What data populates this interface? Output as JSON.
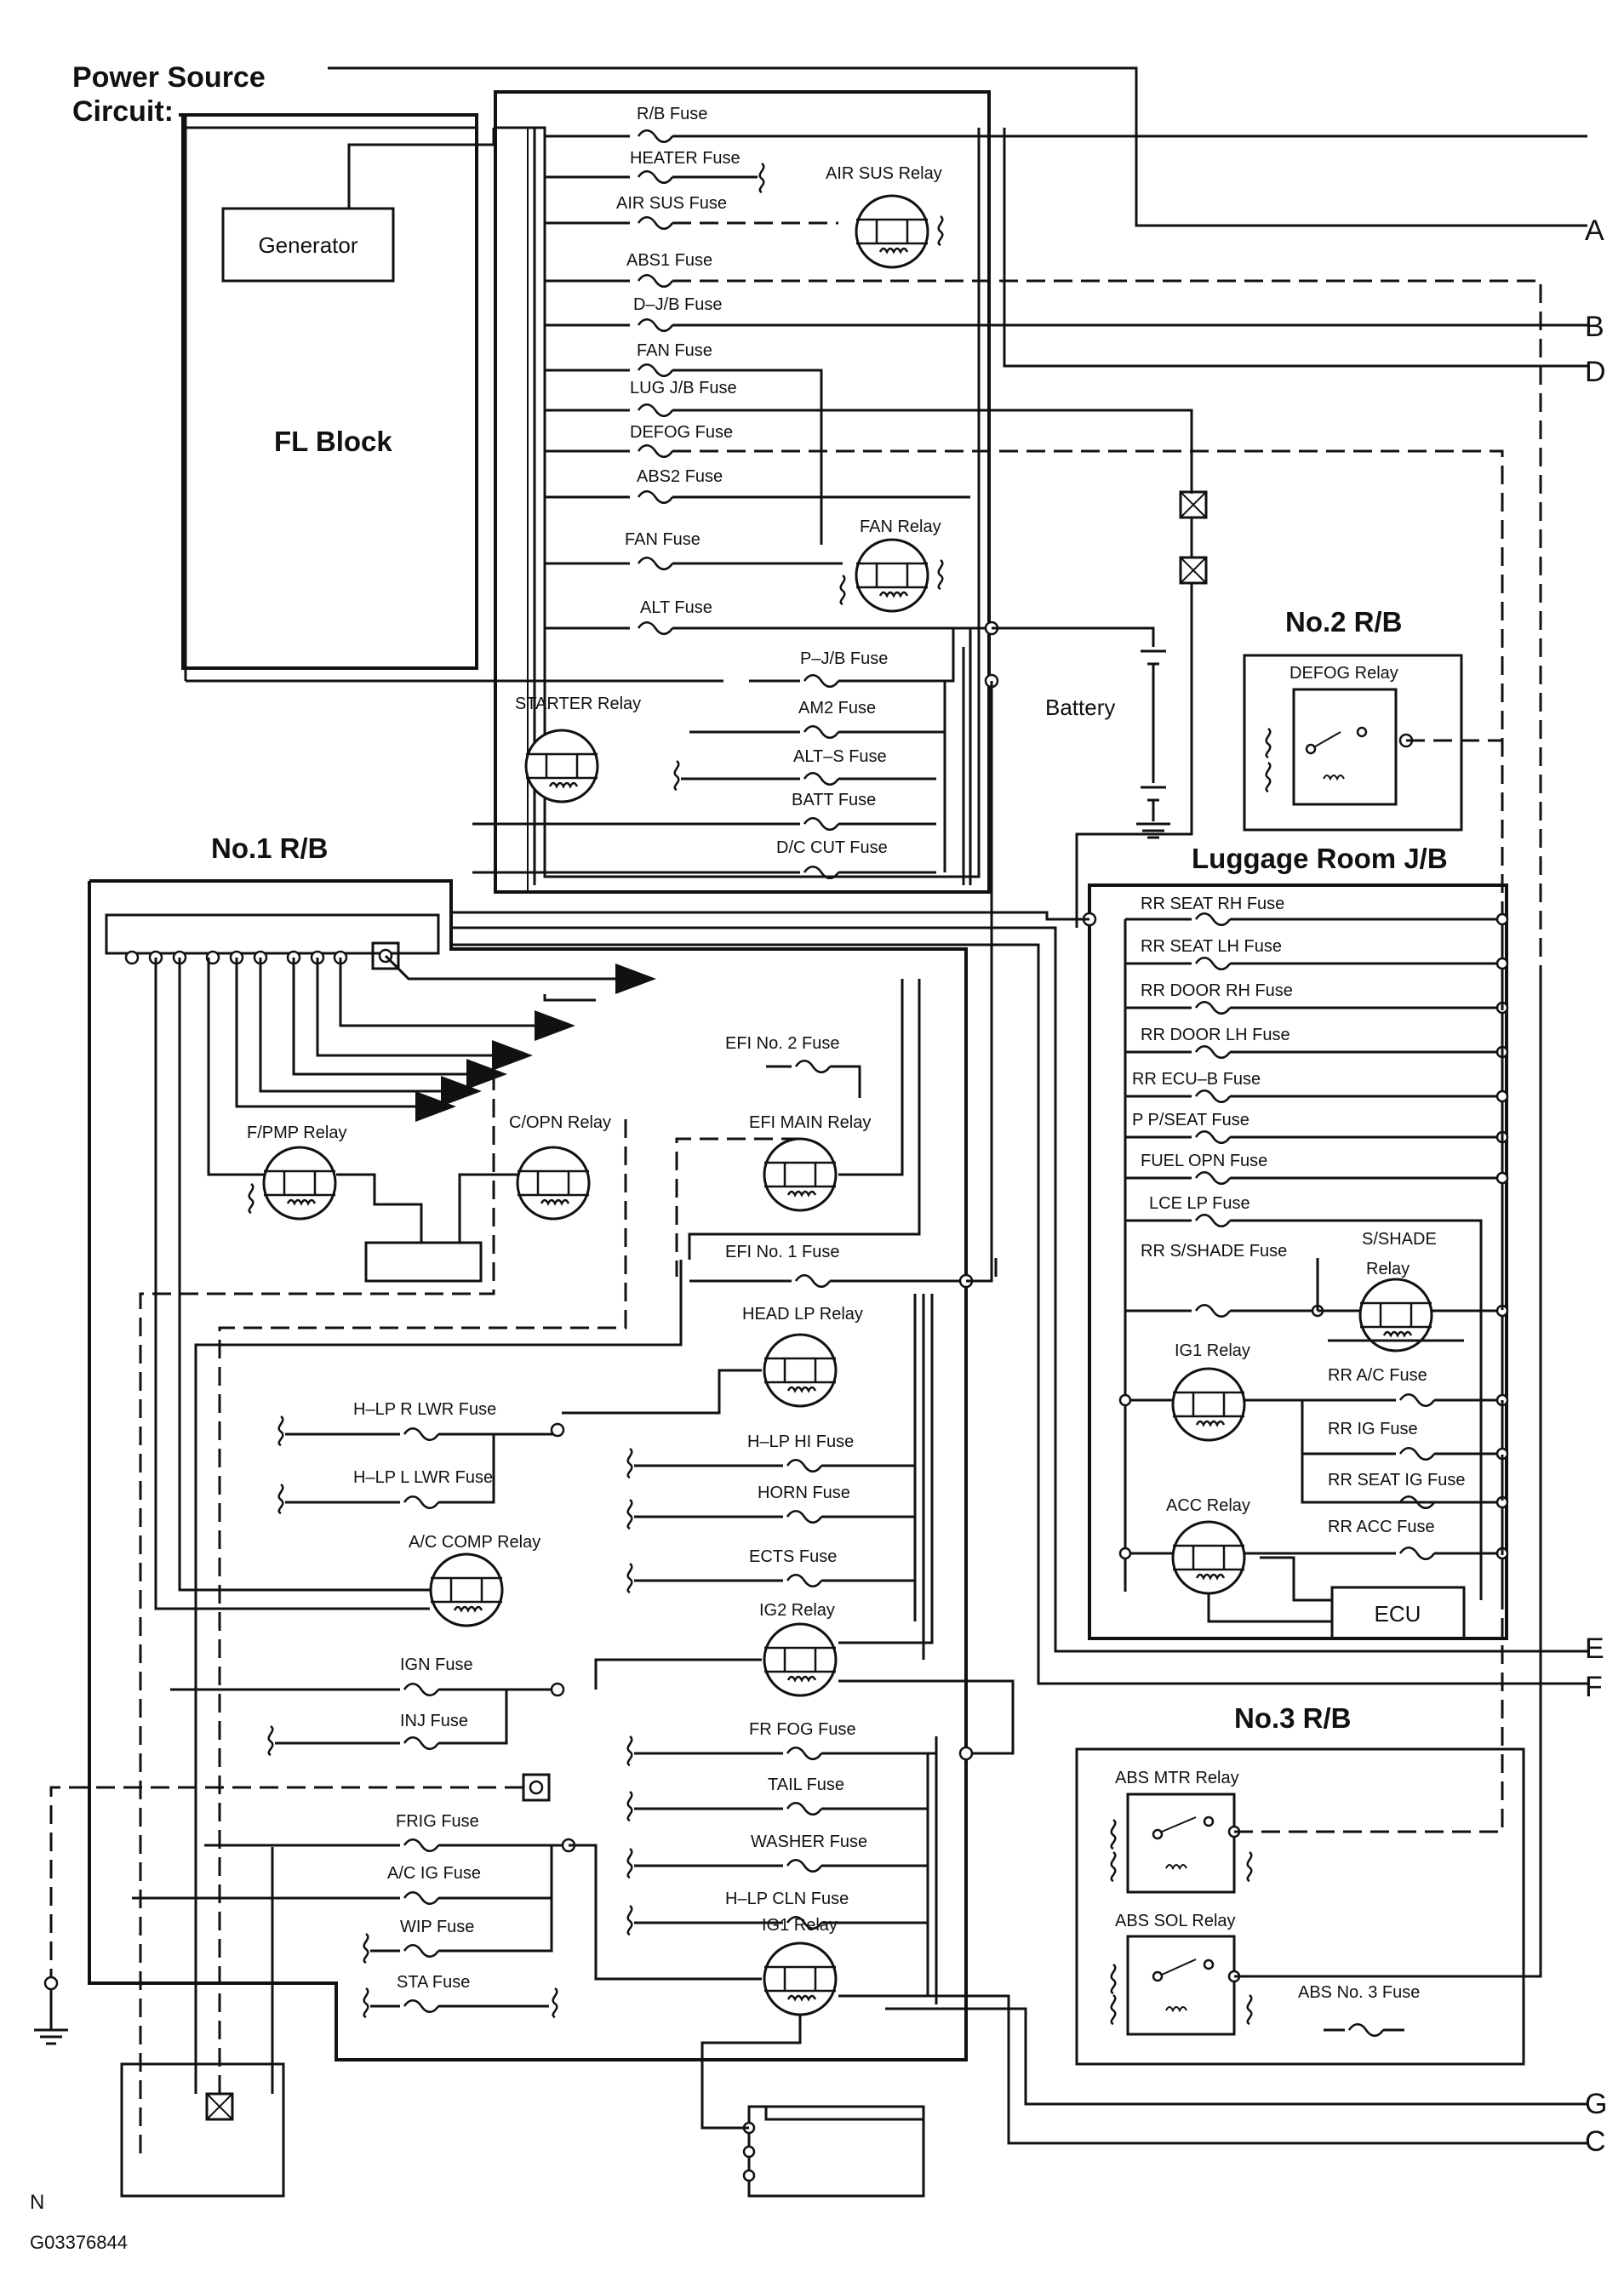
{
  "title": {
    "line1": "Power Source",
    "line2": "Circuit:"
  },
  "blocks": {
    "fl_block": "FL Block",
    "no1_rb": "No.1 R/B",
    "no2_rb": "No.2 R/B",
    "no3_rb": "No.3 R/B",
    "luggage_jb": "Luggage Room J/B"
  },
  "components": {
    "generator": "Generator",
    "battery": "Battery",
    "ecu": "ECU"
  },
  "fl_fuses": [
    "R/B Fuse",
    "HEATER Fuse",
    "AIR SUS Fuse",
    "ABS1 Fuse",
    "D–J/B Fuse",
    "FAN Fuse",
    "LUG J/B Fuse",
    "DEFOG Fuse",
    "ABS2 Fuse",
    "FAN Fuse",
    "ALT Fuse",
    "P–J/B Fuse",
    "AM2 Fuse",
    "ALT–S Fuse",
    "BATT Fuse",
    "D/C CUT Fuse"
  ],
  "fl_relays": {
    "air_sus": "AIR SUS Relay",
    "fan": "FAN Relay",
    "starter": "STARTER Relay"
  },
  "no1_relays": {
    "fpmp": "F/PMP Relay",
    "copn": "C/OPN Relay",
    "efi_main": "EFI MAIN Relay",
    "head_lp": "HEAD LP Relay",
    "ac_comp": "A/C COMP Relay",
    "ig2": "IG2 Relay",
    "ig1": "IG1 Relay"
  },
  "no1_fuses": {
    "efi2": "EFI No. 2 Fuse",
    "efi1": "EFI No. 1 Fuse",
    "hlp_r": "H–LP R LWR Fuse",
    "hlp_l": "H–LP L LWR Fuse",
    "hlp_hi": "H–LP HI Fuse",
    "horn": "HORN Fuse",
    "ects": "ECTS Fuse",
    "ign": "IGN Fuse",
    "inj": "INJ Fuse",
    "fr_fog": "FR FOG Fuse",
    "tail": "TAIL Fuse",
    "frig": "FRIG Fuse",
    "washer": "WASHER Fuse",
    "ac_ig": "A/C IG Fuse",
    "hlp_cln": "H–LP CLN Fuse",
    "wip": "WIP Fuse",
    "sta": "STA Fuse"
  },
  "no2_relays": {
    "defog": "DEFOG Relay"
  },
  "luggage_fuses": {
    "rr_seat_rh": "RR SEAT RH Fuse",
    "rr_seat_lh": "RR SEAT LH Fuse",
    "rr_door_rh": "RR DOOR RH Fuse",
    "rr_door_lh": "RR DOOR LH Fuse",
    "rr_ecu_b": "RR ECU–B Fuse",
    "p_pseat": "P P/SEAT Fuse",
    "fuel_opn": "FUEL OPN Fuse",
    "lce_lp": "LCE LP Fuse",
    "rr_sshade": "RR S/SHADE Fuse",
    "rr_ac": "RR A/C Fuse",
    "rr_ig": "RR IG Fuse",
    "rr_seat_ig": "RR SEAT IG Fuse",
    "rr_acc": "RR ACC Fuse"
  },
  "luggage_relays": {
    "sshade_1": "S/SHADE",
    "sshade_2": "Relay",
    "ig1": "IG1 Relay",
    "acc": "ACC Relay"
  },
  "no3_relays": {
    "abs_mtr": "ABS MTR Relay",
    "abs_sol": "ABS SOL Relay"
  },
  "no3_fuses": {
    "abs3": "ABS No. 3 Fuse"
  },
  "connectors": [
    "A",
    "B",
    "D",
    "E",
    "F",
    "G",
    "C"
  ],
  "ground_label": "N",
  "figure_code": "G03376844"
}
